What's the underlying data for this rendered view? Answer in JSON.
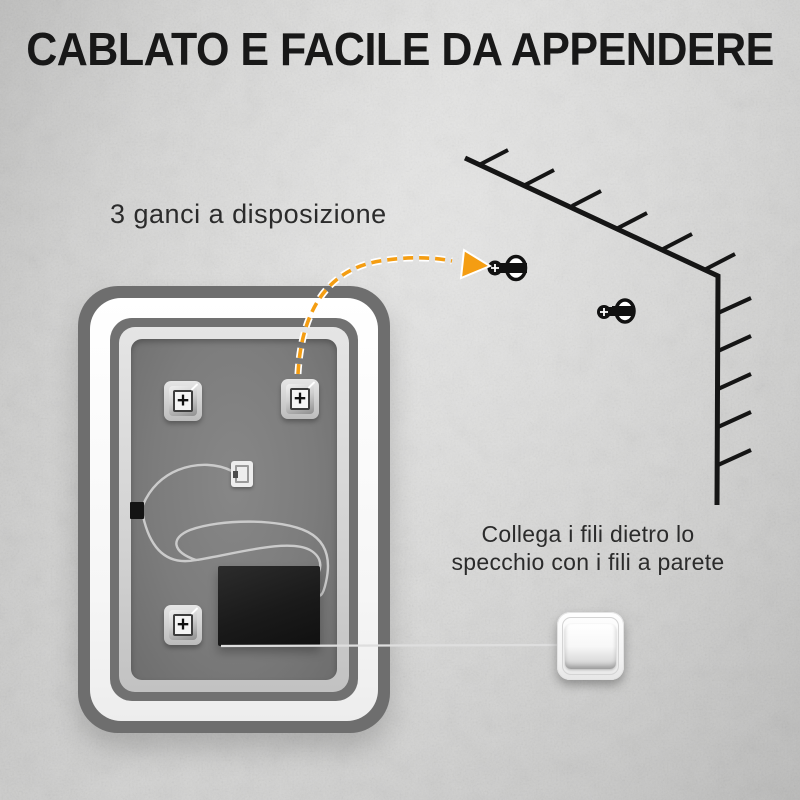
{
  "title": "CABLATO E FACILE DA APPENDERE",
  "annotations": {
    "hooks_label": "3 ganci a disposizione",
    "wiring_label_line1": "Collega i fili dietro lo",
    "wiring_label_line2": "specchio con i fili a parete"
  },
  "symbols": {
    "hook_cross": "+"
  },
  "icons": {
    "dashed_arrow": "curved-dashed-arrow-to-wall-screw",
    "wall_corner": "hatched-wall-corner-lines",
    "screws": "side-view-wall-screw x2",
    "hook_plates": "keyhole-hook-plate x3",
    "light_switch": "rocker-light-switch",
    "junction_box": "led-driver-box",
    "wires": "loose-wire-loops"
  },
  "colors": {
    "accent_orange": "#F49D12",
    "wall_light": "#E0E0DF",
    "wall_dark": "#C7C7C6",
    "title_text": "#181818",
    "annotation_text": "#2B2B2B",
    "wall_line_black": "#151515",
    "mirror_outer_gray": "#6E6E6E",
    "mirror_led_ring_white": "#FFFFFF",
    "mirror_panel_gray": "#7C7C7C",
    "mirror_frame_light": "#D2D2D2",
    "junction_box_black": "#1A1A1A",
    "wire_gray": "#CBCBCB"
  }
}
